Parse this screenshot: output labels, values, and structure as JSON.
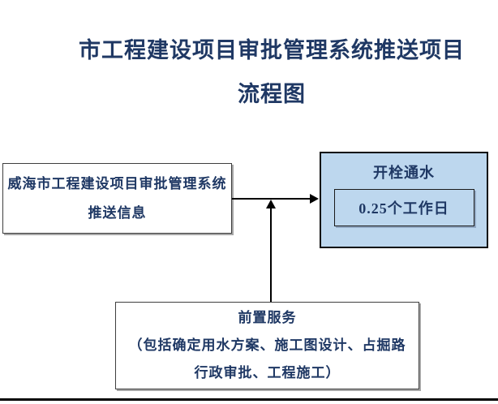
{
  "title": {
    "line1": "市工程建设项目审批管理系统推送项目",
    "line2": "流程图"
  },
  "flowchart": {
    "source_box": {
      "line1": "威海市工程建设项目审批管理系统",
      "line2": "推送信息"
    },
    "result_box": {
      "title": "开栓通水",
      "duration": "0.25个工作日"
    },
    "pre_service_box": {
      "line1": "前置服务",
      "line2": "（包括确定用水方案、施工图设计、占掘路",
      "line3": "行政审批、工程施工）"
    }
  },
  "colors": {
    "text": "#1f3864",
    "result_box_fill": "#bdd7ee",
    "white_box_border": "#3f3f3f",
    "result_box_border": "#0a0a0a",
    "connector": "#000000",
    "footer_rule": "#000000",
    "background": "#ffffff"
  }
}
